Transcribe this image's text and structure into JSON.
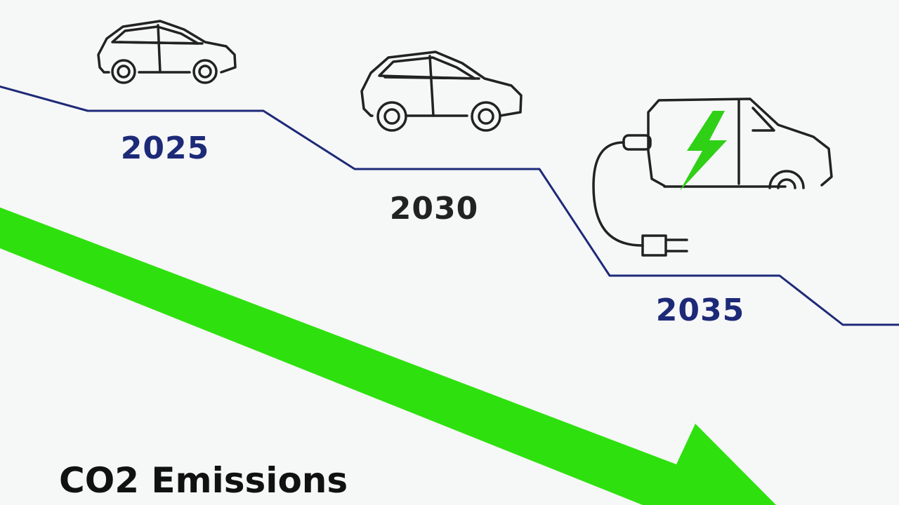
{
  "timeline": {
    "milestones": [
      {
        "year": "2025",
        "color": "#1d2a78",
        "icon": "car-outline-icon"
      },
      {
        "year": "2030",
        "color": "#222222",
        "icon": "car-outline-icon"
      },
      {
        "year": "2035",
        "color": "#1d2a78",
        "icon": "electric-car-icon"
      }
    ],
    "line_color": "#1d2a78"
  },
  "emissions": {
    "label": "CO2 Emissions",
    "arrow_color": "#2fe00f",
    "trend": "decreasing"
  },
  "ev": {
    "bolt_color": "#2fd016",
    "icons": [
      "lightning-bolt-icon",
      "charging-plug-icon"
    ]
  },
  "colors": {
    "background": "#f6f7f7",
    "icon_stroke": "#222222"
  }
}
